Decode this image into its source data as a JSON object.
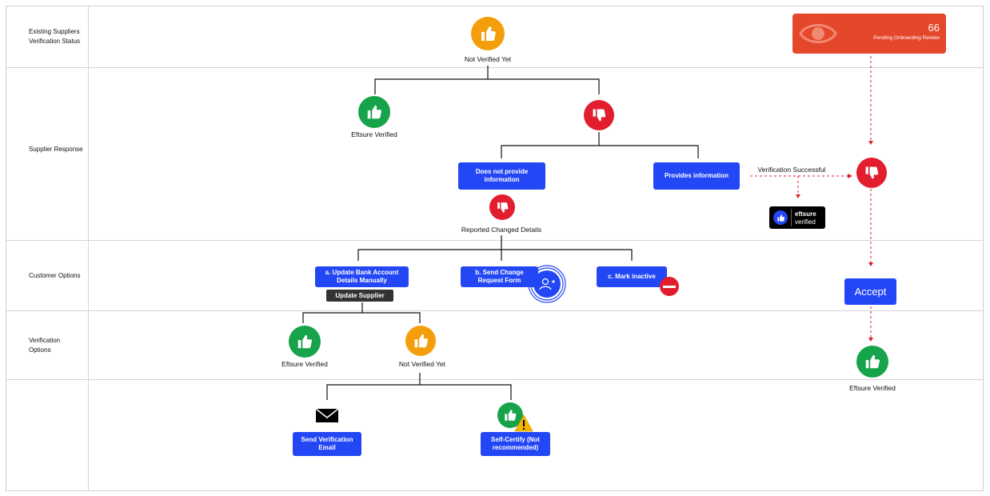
{
  "lanes": {
    "status": "Existing Suppliers Verification Status",
    "response": "Supplier Response",
    "customer": "Customer Options",
    "verification": "Verification Options"
  },
  "pending": {
    "count": "66",
    "label": "Pending Onboarding Review",
    "color": "#e5472b",
    "icon": "eye-icon"
  },
  "nodes": {
    "not_verified_top": "Not Verified Yet",
    "eftsure_verified_left": "Eftsure Verified",
    "does_not_provide": "Does not provide information",
    "provides_info": "Provides information",
    "reported_changed": "Reported Changed Details",
    "verification_successful": "Verification Successful",
    "eftsure_badge_brand": "eftsure",
    "eftsure_badge_sub": "verified",
    "update_bank": "a. Update Bank Account Details Manually",
    "update_supplier": "Update Supplier",
    "send_change": "b. Send Change Request Form",
    "mark_inactive": "c. Mark inactive",
    "accept": "Accept",
    "eftsure_verified_mid": "Eftsure Verified",
    "not_verified_mid": "Not Verified Yet",
    "eftsure_verified_right": "Eftsure Verified",
    "send_email": "Send Verification Email",
    "self_certify": "Self-Certify (Not recommended)"
  },
  "colors": {
    "accent": "#2447f5",
    "green": "#16a34a",
    "red": "#e11d2e",
    "orange": "#f59e0b",
    "dashed": "#e11d2e"
  }
}
